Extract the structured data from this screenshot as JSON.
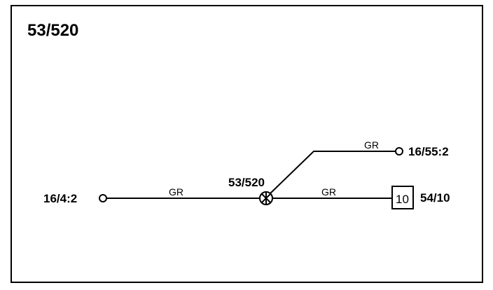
{
  "diagram": {
    "title": "53/520",
    "splice": {
      "label": "53/520"
    },
    "connectors": {
      "left": "16/4:2",
      "upper_right": "16/55:2",
      "right": "54/10"
    },
    "component_box": {
      "label": "10"
    },
    "wires": {
      "left_color": "GR",
      "upper_color": "GR",
      "right_color": "GR"
    },
    "colors": {
      "line": "#000000",
      "background": "#ffffff"
    }
  }
}
